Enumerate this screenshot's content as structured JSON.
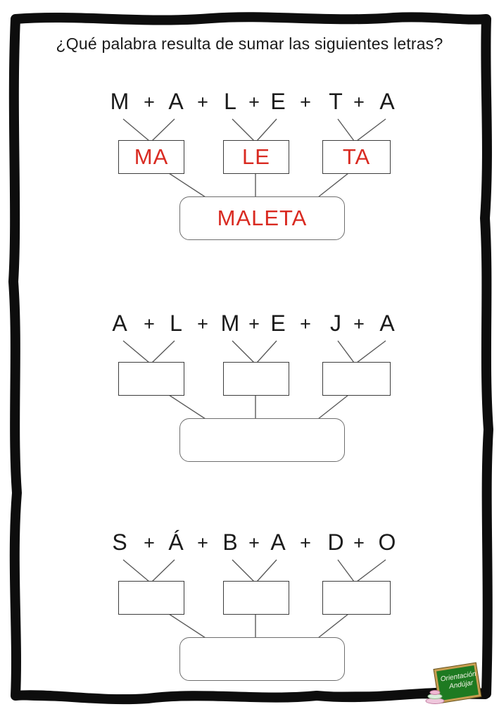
{
  "page": {
    "title": "¿Qué palabra resulta de sumar las siguientes letras?"
  },
  "colors": {
    "answer_red": "#d92a21",
    "connector_gray": "#5a5a5a",
    "border_black": "#0d0d0d",
    "chalkboard_green": "#1e7a21",
    "chalkboard_frame": "#c99e52"
  },
  "plus_sign": "+",
  "exercises": [
    {
      "letters": [
        "M",
        "A",
        "L",
        "E",
        "T",
        "A"
      ],
      "syllables": [
        "MA",
        "LE",
        "TA"
      ],
      "result": "MALETA"
    },
    {
      "letters": [
        "A",
        "L",
        "M",
        "E",
        "J",
        "A"
      ],
      "syllables": [
        "",
        "",
        ""
      ],
      "result": ""
    },
    {
      "letters": [
        "S",
        "Á",
        "B",
        "A",
        "D",
        "O"
      ],
      "syllables": [
        "",
        "",
        ""
      ],
      "result": ""
    }
  ],
  "logo": {
    "line1": "Orientación",
    "line2": "Andújar"
  }
}
